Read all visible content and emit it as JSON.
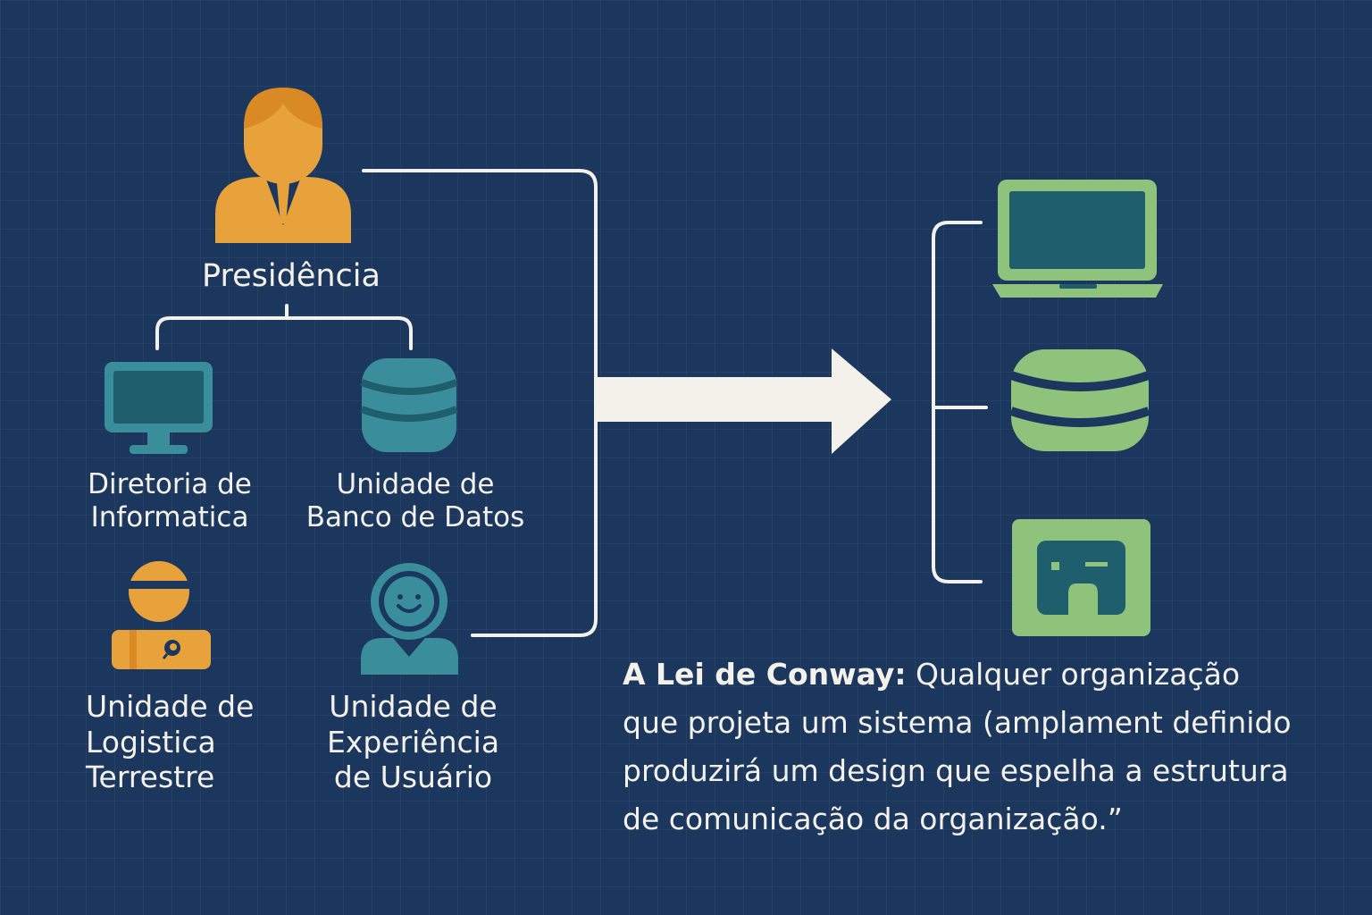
{
  "colors": {
    "background": "#1c375e",
    "connector": "#f3f1ea",
    "person_orange": "#e8a23c",
    "teal": "#3a8e9b",
    "teal_dark": "#1f5e6d",
    "green": "#8fc27b",
    "green_screen": "#1f5e6d",
    "text": "#f3f1ea"
  },
  "org": {
    "presidencia": {
      "icon": "executive-person-icon",
      "label": "Presidência"
    },
    "informatica": {
      "icon": "monitor-icon",
      "lines": [
        "Diretoria de",
        "Informatica"
      ]
    },
    "banco": {
      "icon": "database-icon",
      "lines": [
        "Unidade de",
        "Banco de Datos"
      ]
    },
    "logistica": {
      "icon": "worker-helmet-icon",
      "lines": [
        "Unidade de",
        "Logistica",
        "Terrestre"
      ]
    },
    "experiencia": {
      "icon": "user-smile-icon",
      "lines": [
        "Unidade de",
        "Experiência",
        "de Usuário"
      ]
    }
  },
  "system": {
    "icons": [
      "laptop-icon",
      "database-icon",
      "app-window-icon"
    ]
  },
  "quote": {
    "title": "A Lei de Conway:",
    "line1_rest": " Qualquer organização",
    "line2": "que projeta um sistema (amplament definido",
    "line3": "produzirá um design que espelha a estrutura",
    "line4": "de comunicação da organização.”"
  }
}
